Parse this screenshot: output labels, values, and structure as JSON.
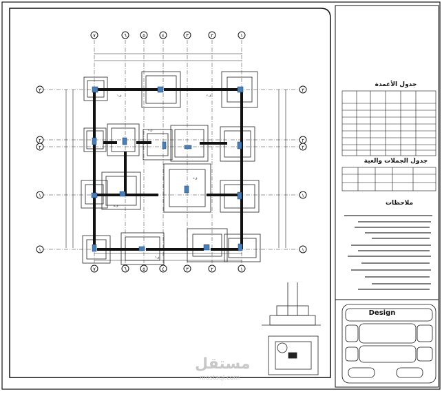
{
  "drawing": {
    "column_table_title": "جدول الأعمدة",
    "beam_table_title": "جدول الجملات والعية",
    "notes_title": "ملاحظات",
    "design_label": "Design",
    "watermark_text": "مستقل",
    "watermark_sub": "mostaql.com",
    "axis_labels_top": [
      "٧",
      "٦",
      "٥",
      "٤",
      "٣",
      "٢",
      "١"
    ],
    "axis_labels_side": [
      "٣",
      "٢",
      "٢",
      "١",
      "١"
    ]
  }
}
